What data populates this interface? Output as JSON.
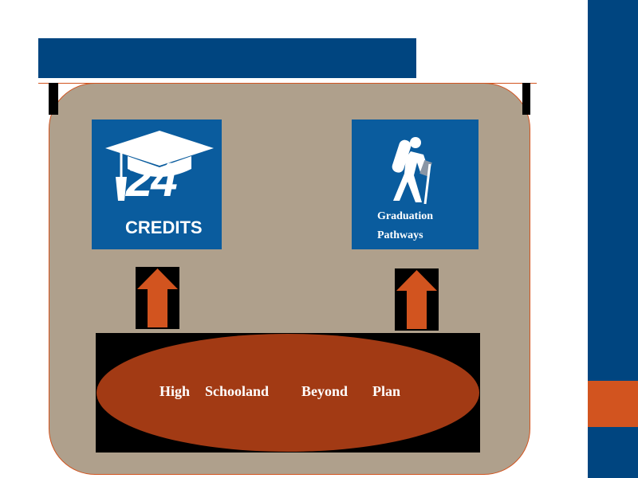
{
  "tiles": {
    "credits": {
      "number": "24",
      "label": "CREDITS"
    },
    "pathways": {
      "line1": "Graduation",
      "line2": "Pathways"
    }
  },
  "plan": {
    "words": [
      "High",
      "Schooland",
      "Beyond",
      "Plan"
    ]
  },
  "colors": {
    "navy": "#004580",
    "orange": "#d2541f",
    "panel": "#afa08c",
    "tile_blue": "#0a5c9e",
    "ellipse": "#a23a14"
  },
  "icons": [
    "graduation-cap-icon",
    "hiker-icon",
    "arrow-up-icon"
  ]
}
